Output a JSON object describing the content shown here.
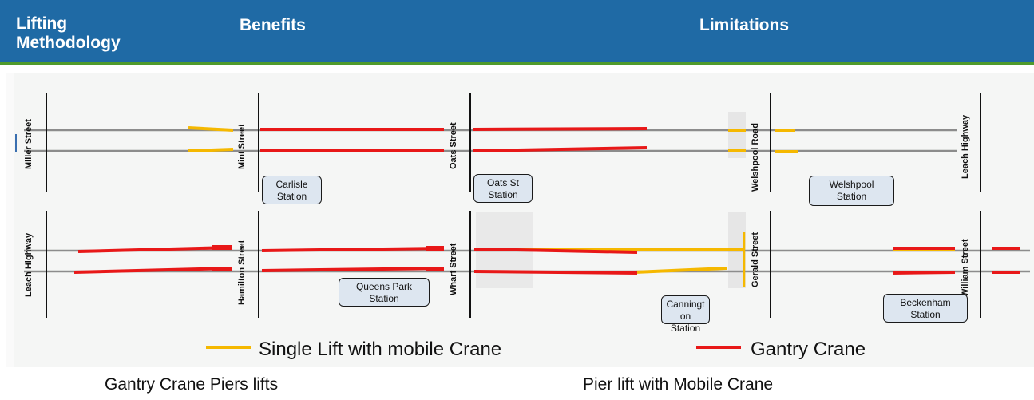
{
  "header": {
    "col1": "Lifting",
    "col1b": "Methodology",
    "col2": "Benefits",
    "col3": "Limitations",
    "background": "#1f6aa5",
    "rule_color": "#4f9a2c"
  },
  "streets": {
    "miller": "Miller Street",
    "mint": "Mint Street",
    "oats": "Oats Street",
    "welshpool": "Welshpool Road",
    "leach_top": "Leach Highway",
    "leach_bottom": "Leach Highway",
    "hamilton": "Hamilton Street",
    "wharf": "Wharf Street",
    "gerald": "Gerald Street",
    "william": "William Street"
  },
  "stations": {
    "carlisle": [
      "Carlisle",
      "Station"
    ],
    "oats": [
      "Oats St",
      "Station"
    ],
    "welshpool": [
      "Welshpool",
      "Station"
    ],
    "queens_park": [
      "Queens Park",
      "Station"
    ],
    "cannington": [
      "Canningt",
      "on",
      "Station"
    ],
    "beckenham": [
      "Beckenham",
      "Station"
    ]
  },
  "legend": {
    "single_lift": "Single Lift with mobile Crane",
    "gantry": "Gantry Crane",
    "single_lift_color": "#f5b800",
    "gantry_color": "#e81818",
    "track_color": "#8c8c8c"
  },
  "footer": {
    "left": "Gantry Crane Piers lifts",
    "right": "Pier lift with Mobile Crane"
  }
}
